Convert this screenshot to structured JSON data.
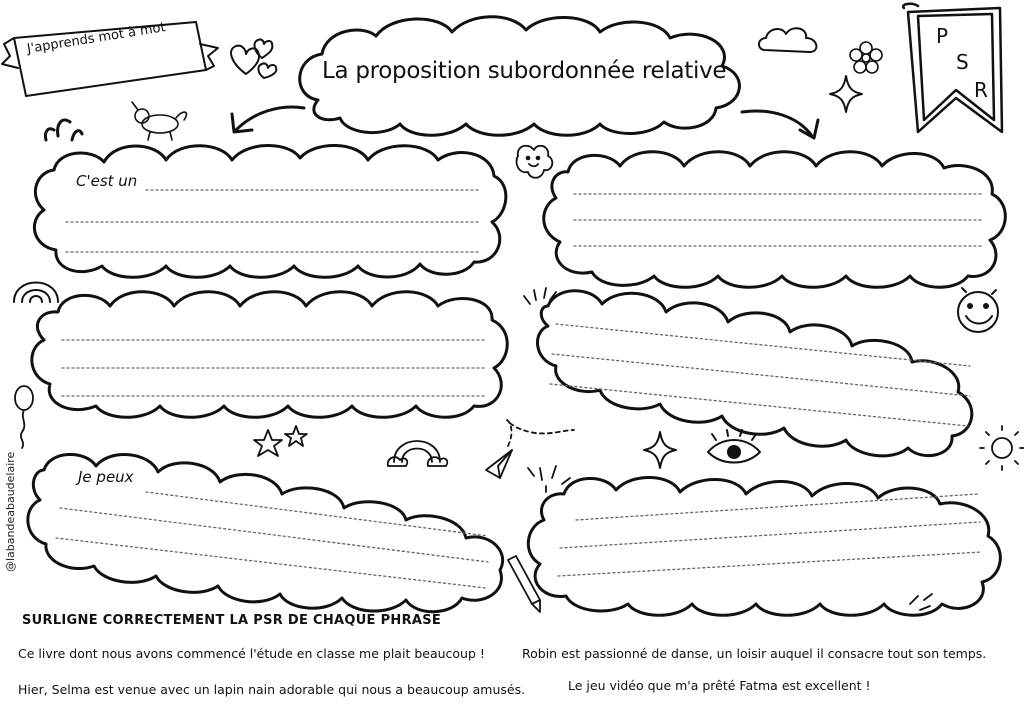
{
  "header": {
    "tag_label": "J'apprends mot à mot",
    "title": "La proposition subordonnée relative"
  },
  "banner": {
    "letters": [
      "P",
      "S",
      "R"
    ]
  },
  "bubbles": {
    "top_left_prompt": "C'est un",
    "bottom_left_prompt": "Je peux"
  },
  "credit": {
    "handle": "@labandeabaudelaire"
  },
  "exercise": {
    "instruction": "SURLIGNE CORRECTEMENT LA PSR DE CHAQUE PHRASE",
    "sentences": [
      "Ce livre dont nous avons commencé l'étude en classe me plait beaucoup !",
      "Robin est passionné de danse, un loisir auquel il consacre tout son temps.",
      "Hier, Selma est venue avec un lapin nain adorable qui nous a beaucoup amusés.",
      "Le jeu vidéo que m'a prêté Fatma est excellent !"
    ]
  },
  "doodles": [
    "hearts-icon",
    "unicorn-icon",
    "cloud-icon",
    "flower-icon",
    "sparkle-icon",
    "star-face-icon",
    "rainbow-icon",
    "smiley-icon",
    "balloon-icon",
    "stars-icon",
    "paper-plane-icon",
    "eye-icon",
    "sun-icon",
    "pencil-icon"
  ]
}
